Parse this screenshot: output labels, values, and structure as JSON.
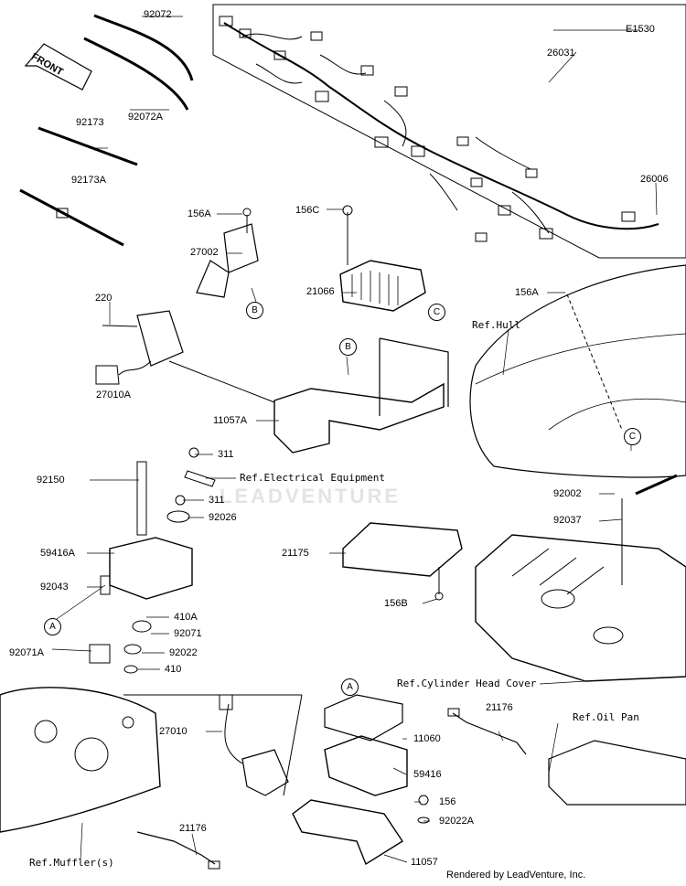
{
  "diagram_code": "E1530",
  "front_label": "FRONT",
  "watermark": "LEADVENTURE",
  "credit": "Rendered by LeadVenture, Inc.",
  "parts": {
    "p92072": "92072",
    "p92072A": "92072A",
    "p92173": "92173",
    "p92173A": "92173A",
    "p26031": "26031",
    "p26006": "26006",
    "p156A_1": "156A",
    "p156C": "156C",
    "p27002": "27002",
    "p21066": "21066",
    "p220": "220",
    "p27010A": "27010A",
    "p11057A": "11057A",
    "p156A_2": "156A",
    "p311_1": "311",
    "p311_2": "311",
    "p92150": "92150",
    "p92026": "92026",
    "p59416A": "59416A",
    "p92043": "92043",
    "p410A": "410A",
    "p92071": "92071",
    "p92071A": "92071A",
    "p92022": "92022",
    "p410": "410",
    "p21175": "21175",
    "p156B": "156B",
    "p92002": "92002",
    "p92037": "92037",
    "p27010": "27010",
    "p11060": "11060",
    "p59416": "59416",
    "p156": "156",
    "p92022A": "92022A",
    "p11057": "11057",
    "p21176_1": "21176",
    "p21176_2": "21176"
  },
  "refs": {
    "electrical": "Ref.Electrical Equipment",
    "hull": "Ref.Hull",
    "cylinder_head_cover": "Ref.Cylinder Head Cover",
    "oil_pan": "Ref.Oil Pan",
    "muffler": "Ref.Muffler(s)"
  },
  "callouts": {
    "b1": "B",
    "b2": "B",
    "c1": "C",
    "c2": "C",
    "a1": "A",
    "a2": "A"
  }
}
